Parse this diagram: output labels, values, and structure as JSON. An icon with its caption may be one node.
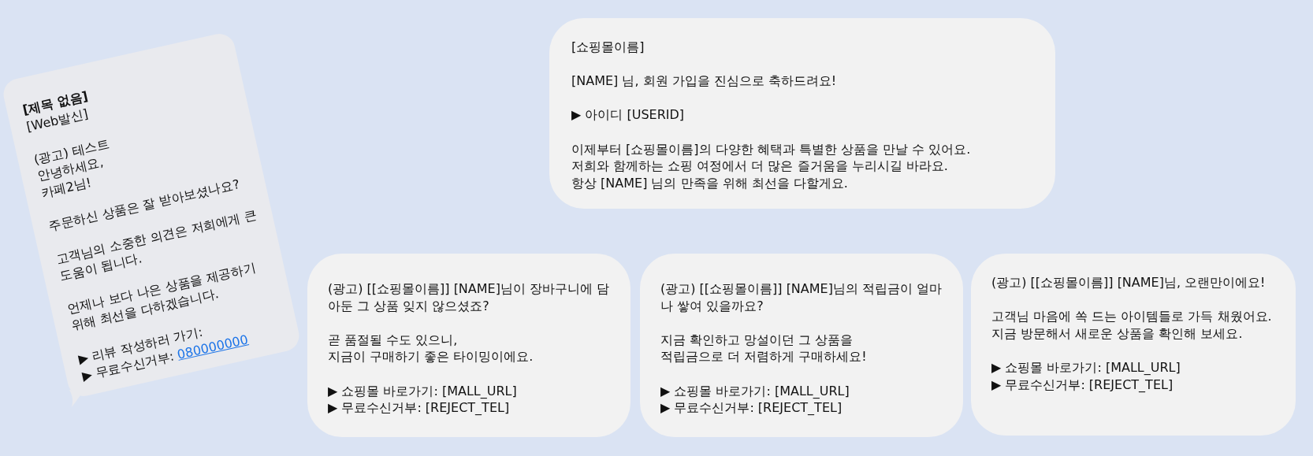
{
  "diagram": {
    "nodes": [
      {
        "text": [
          "[제목 없음]",
          "[Web발신]",
          "(광고) 테스트",
          "안녕하세요,",
          "카페2님!",
          "주문하신 상품은 잘 받아보셨나요?",
          "고객님의 소중한 의견은 저희에게 큰 도움이 됩니다.",
          "언제나 보다 나은 상품을 제공하기 위해 최선을 다하겠습니다.",
          "▶ 리뷰 작성하러 가기:",
          "▶ 무료수신거부:",
          "080000000"
        ]
      },
      {
        "text": [
          "[쇼핑몰이름]",
          "[NAME] 님, 회원 가입을 진심으로 축하드려요!",
          "▶ 아이디 [USERID]",
          "이제부터 [쇼핑몰이름]의 다양한 혜택과 특별한 상품을 만날 수 있어요.",
          "저희와 함께하는 쇼핑 여정에서 더 많은 즐거움을 누리시길 바라요.",
          "항상 [NAME] 님의 만족을 위해 최선을 다할게요."
        ]
      },
      {
        "text": [
          "(광고) [[쇼핑몰이름]] [NAME]님이 장바구니에 담아둔 그 상품 잊지 않으셨죠?",
          "곧 품절될 수도 있으니,",
          "지금이 구매하기 좋은 타이밍이에요.",
          "▶ 쇼핑몰 바로가기: [MALL_URL]",
          "▶ 무료수신거부: [REJECT_TEL]"
        ]
      },
      {
        "text": [
          "(광고) [[쇼핑몰이름]] [NAME]님의 적립금이 얼마나 쌓여 있을까요?",
          "지금 확인하고 망설이던 그 상품을",
          "적립금으로 더 저렴하게 구매하세요!",
          "▶ 쇼핑몰 바로가기: [MALL_URL]",
          "▶ 무료수신거부: [REJECT_TEL]"
        ]
      },
      {
        "text": [
          "(광고) [[쇼핑몰이름]] [NAME]님, 오랜만이에요!",
          "고객님 마음에 쏙 드는 아이템들로 가득 채웠어요.",
          "지금 방문해서 새로운 상품을 확인해 보세요.",
          "▶ 쇼핑몰 바로가기: [MALL_URL]",
          "▶ 무료수신거부: [REJECT_TEL]"
        ]
      }
    ],
    "edges": []
  }
}
